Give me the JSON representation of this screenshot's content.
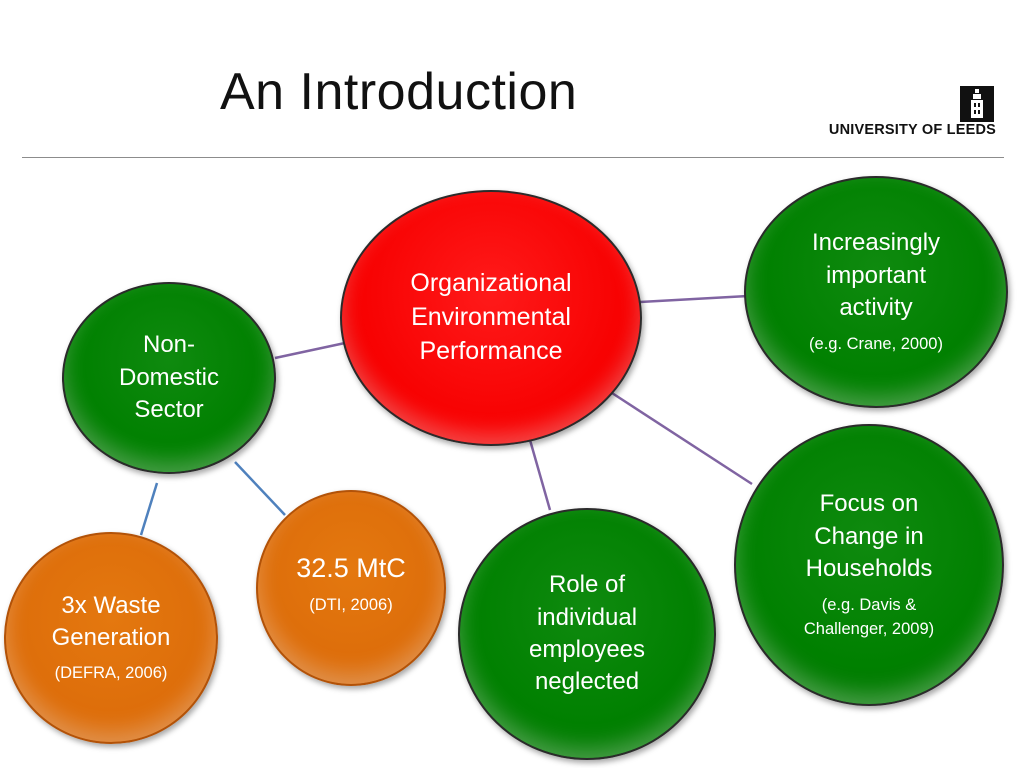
{
  "slide": {
    "title": "An Introduction",
    "logo_text": "UNIVERSITY OF LEEDS"
  },
  "colors": {
    "green": "#008000",
    "red": "#f70000",
    "orange": "#dd6d0a",
    "connector_purple": "#8064a2",
    "connector_blue": "#4f81bd"
  },
  "nodes": {
    "organizational": {
      "text": "Organizational Environmental Performance",
      "lines": [
        "Organizational",
        "Environmental",
        "Performance"
      ]
    },
    "non_domestic": {
      "lines": [
        "Non-",
        "Domestic",
        "Sector"
      ]
    },
    "increasingly": {
      "lines": [
        "Increasingly",
        "important",
        "activity"
      ],
      "ref": "(e.g. Crane, 2000)"
    },
    "focus": {
      "lines": [
        "Focus on",
        "Change in",
        "Households"
      ],
      "ref_lines": [
        "(e.g. Davis &",
        "Challenger, 2009)"
      ]
    },
    "role": {
      "lines": [
        "Role of",
        "individual",
        "employees",
        "neglected"
      ]
    },
    "mtc": {
      "lines": [
        "32.5 MtC"
      ],
      "ref": "(DTI, 2006)"
    },
    "waste": {
      "lines": [
        "3x Waste",
        "Generation"
      ],
      "ref": "(DEFRA, 2006)"
    }
  }
}
